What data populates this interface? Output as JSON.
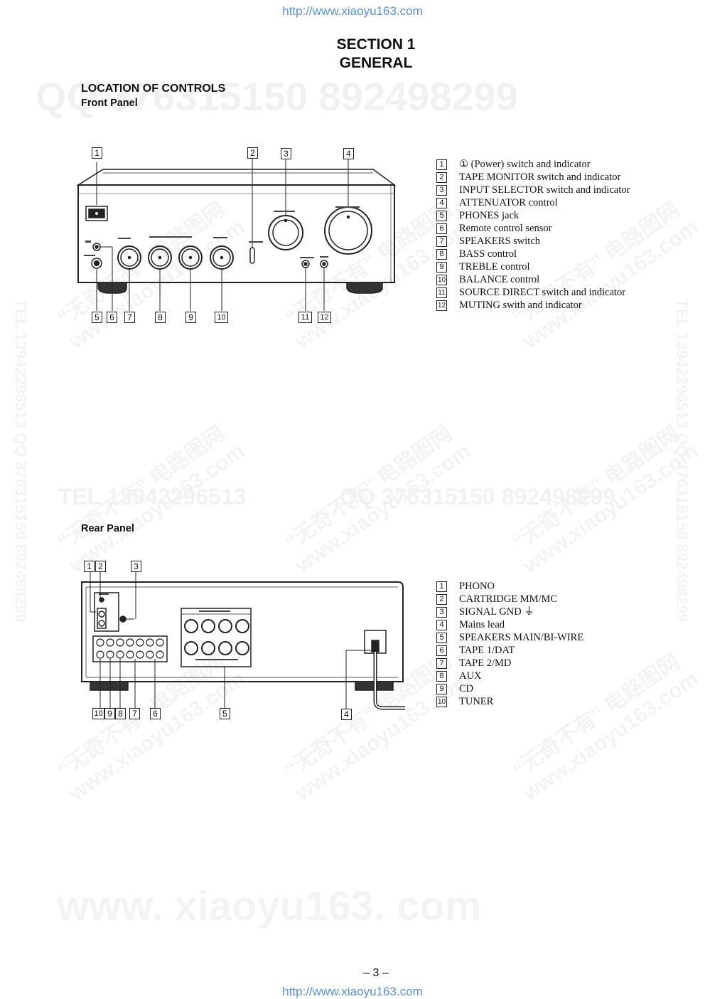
{
  "header_url": "http://www.xiaoyu163.com",
  "footer_url": "http://www.xiaoyu163.com",
  "section": {
    "line1": "SECTION  1",
    "line2": "GENERAL"
  },
  "location_heading": "LOCATION OF CONTROLS",
  "front_panel": {
    "heading": "Front Panel",
    "items": [
      {
        "num": "1",
        "text": "① (Power) switch and indicator"
      },
      {
        "num": "2",
        "text": "TAPE MONITOR switch and indicator"
      },
      {
        "num": "3",
        "text": "INPUT SELECTOR switch and indicator"
      },
      {
        "num": "4",
        "text": "ATTENUATOR control"
      },
      {
        "num": "5",
        "text": "PHONES jack"
      },
      {
        "num": "6",
        "text": "Remote control sensor"
      },
      {
        "num": "7",
        "text": "SPEAKERS switch"
      },
      {
        "num": "8",
        "text": "BASS control"
      },
      {
        "num": "9",
        "text": "TREBLE control"
      },
      {
        "num": "10",
        "text": "BALANCE control"
      },
      {
        "num": "11",
        "text": "SOURCE DIRECT switch and indicator"
      },
      {
        "num": "12",
        "text": "MUTING swith and indicator"
      }
    ],
    "callouts_top": [
      "1",
      "2",
      "3",
      "4"
    ],
    "callouts_bottom": [
      "5",
      "6",
      "7",
      "8",
      "9",
      "10",
      "11",
      "12"
    ]
  },
  "rear_panel": {
    "heading": "Rear Panel",
    "items": [
      {
        "num": "1",
        "text": "PHONO"
      },
      {
        "num": "2",
        "text": "CARTRIDGE MM/MC"
      },
      {
        "num": "3",
        "text": "SIGNAL GND ⏚"
      },
      {
        "num": "4",
        "text": "Mains lead"
      },
      {
        "num": "5",
        "text": "SPEAKERS MAIN/BI-WIRE"
      },
      {
        "num": "6",
        "text": "TAPE 1/DAT"
      },
      {
        "num": "7",
        "text": "TAPE 2/MD"
      },
      {
        "num": "8",
        "text": "AUX"
      },
      {
        "num": "9",
        "text": "CD"
      },
      {
        "num": "10",
        "text": "TUNER"
      }
    ],
    "callouts_top": [
      "1",
      "2",
      "3"
    ],
    "callouts_bottom": [
      "10",
      "9",
      "8",
      "7",
      "6",
      "5",
      "4"
    ]
  },
  "watermarks": {
    "qq": "QQ 376315150   892498299",
    "tel": "TEL 13942296513",
    "qq2": "QQ 376315150   892498299",
    "site": "www. xiaoyu163. com",
    "diag1": "“无奇不有” 电路图网",
    "diag2": "www.xiaoyu163.com",
    "side": "TEL 13942296513  QQ 376315150  892498299"
  },
  "page_number": "– 3 –"
}
